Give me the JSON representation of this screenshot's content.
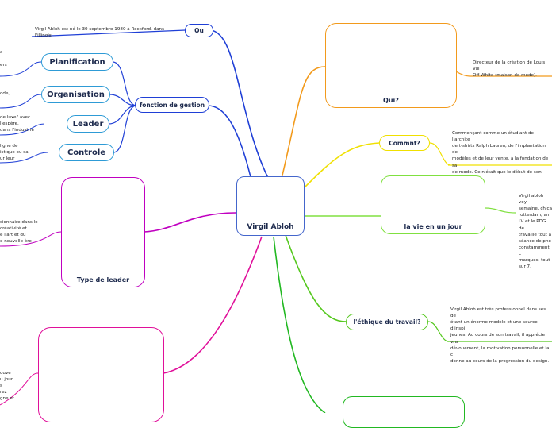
{
  "central": {
    "title": "Virgil Abloh"
  },
  "branches": {
    "ou": {
      "label": "Ou",
      "note": "Virgil Abloh est né le 30 septembre 1980 à Rockford, dans\nl'illinois."
    },
    "gestion": {
      "label": "fonction de gestion",
      "items": [
        {
          "label": "Planification",
          "note": "a\n\ners"
        },
        {
          "label": "Organisation",
          "note": "ode,\n"
        },
        {
          "label": "Leader",
          "note": "de luxe\" avec\nl'espère,\ndans l'industrie"
        },
        {
          "label": "Controle",
          "note": "ligne de\nistique ou sa\nur leur"
        }
      ]
    },
    "type_leader": {
      "label": "Type de leader",
      "note": "sionnaire dans le\n créativité et\ne l'art et du\ne nouvelle ère"
    },
    "bottom_left": {
      "note": "ouve\nu jour\ns\nrez\ngne et"
    },
    "qui": {
      "label": "Qui?",
      "note": "Directeur de la création de Louis Vui\nOff-White (maison de mode)."
    },
    "comment": {
      "label": "Commnt?",
      "note": "Commençant comme un étudiant de l'archite\nde t-shirts Ralph Lauren, de l'implantation de\nmodèles et de leur vente, à la fondation de sa\nde mode. Ce n'était que le début de son ascen\ngloire."
    },
    "vie": {
      "label": "la vie en un jour",
      "note": "Virgil abloh voy\nsemaine, chica\nrotterdam, am\nLV et le PDG de\ntravaille tout a\nséance de pho\nconstamment c\nmarques, tout\nsur 7."
    },
    "ethique": {
      "label": "l'éthique du travail?",
      "note": "Virgil Abloh est très professionnel dans ses de\nétant un énorme modèle et une source d'inspi\njeunes. Au cours de son travail, il apprécie vra\ndévouement, la motivation personnelle et la c\ndonne au cours de la progression du design."
    }
  },
  "colors": {
    "ou": "#1f3fd6",
    "gestion": "#1f3fd6",
    "type_leader": "#c000c0",
    "bottom_left": "#e0109a",
    "qui": "#f29a1c",
    "comment": "#f0e000",
    "vie": "#80e040",
    "ethique": "#55c81e",
    "bottom_right": "#22b822",
    "central_border": "#4466cc"
  }
}
